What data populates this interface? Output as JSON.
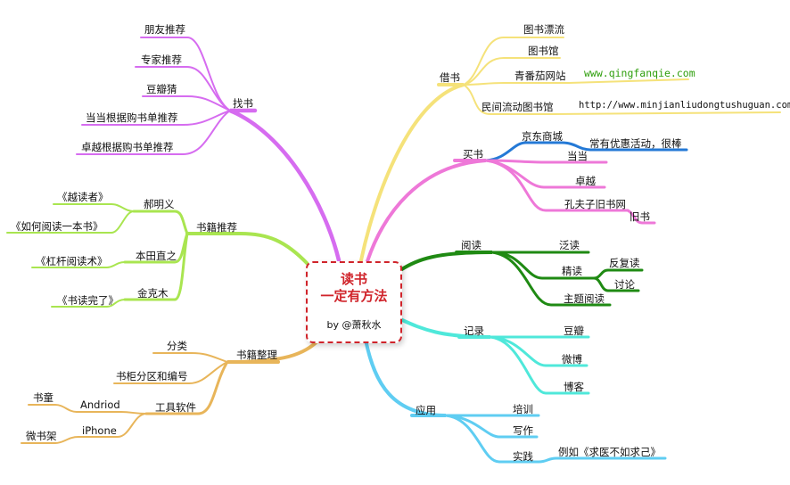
{
  "center": {
    "title_line1": "读书",
    "title_line2": "一定有方法",
    "byline": "by @萧秋水"
  },
  "colors": {
    "find": "#d66cf0",
    "borrow": "#f5e27a",
    "buy": "#ee78d8",
    "buy_blue": "#2479d6",
    "recommend": "#a9e550",
    "read": "#1f8a13",
    "organize": "#e8b55a",
    "record": "#4fe8da",
    "apply": "#5fcdf2",
    "center_accent": "#d0242b",
    "url_green": "#2e9e0c"
  },
  "branches": {
    "find": {
      "label": "找书",
      "items": [
        "朋友推荐",
        "专家推荐",
        "豆瓣猜",
        "当当根据购书单推荐",
        "卓越根据购书单推荐"
      ]
    },
    "recommend": {
      "label": "书籍推荐",
      "groups": [
        {
          "author": "郝明义",
          "books": [
            "《越读者》",
            "《如何阅读一本书》"
          ]
        },
        {
          "author": "本田直之",
          "books": [
            "《杠杆阅读术》"
          ]
        },
        {
          "author": "金克木",
          "books": [
            "《书读完了》"
          ]
        }
      ]
    },
    "organize": {
      "label": "书籍整理",
      "items": [
        "分类",
        "书柜分区和编号"
      ],
      "tools": {
        "label": "工具软件",
        "android": "Andriod",
        "android_app": "书童",
        "iphone": "iPhone",
        "iphone_app": "微书架"
      }
    },
    "borrow": {
      "label": "借书",
      "items": [
        "图书漂流",
        "图书馆",
        "青番茄网站",
        "民间流动图书馆"
      ],
      "qingfanqie_url": "www.qingfanqie.com",
      "minjian_url": "http://www.minjianliudongtushuguan.com/"
    },
    "buy": {
      "label": "买书",
      "items": [
        "京东商城",
        "当当",
        "卓越",
        "孔夫子旧书网"
      ],
      "jd_note": "常有优惠活动，很棒",
      "kfz_note": "旧书"
    },
    "read": {
      "label": "阅读",
      "items": [
        "泛读",
        "精读",
        "主题阅读"
      ],
      "intensive_subs": [
        "反复读",
        "讨论"
      ]
    },
    "record": {
      "label": "记录",
      "items": [
        "豆瓣",
        "微博",
        "博客"
      ]
    },
    "apply": {
      "label": "应用",
      "items": [
        "培训",
        "写作",
        "实践"
      ],
      "practice_note": "例如《求医不如求己》"
    }
  }
}
